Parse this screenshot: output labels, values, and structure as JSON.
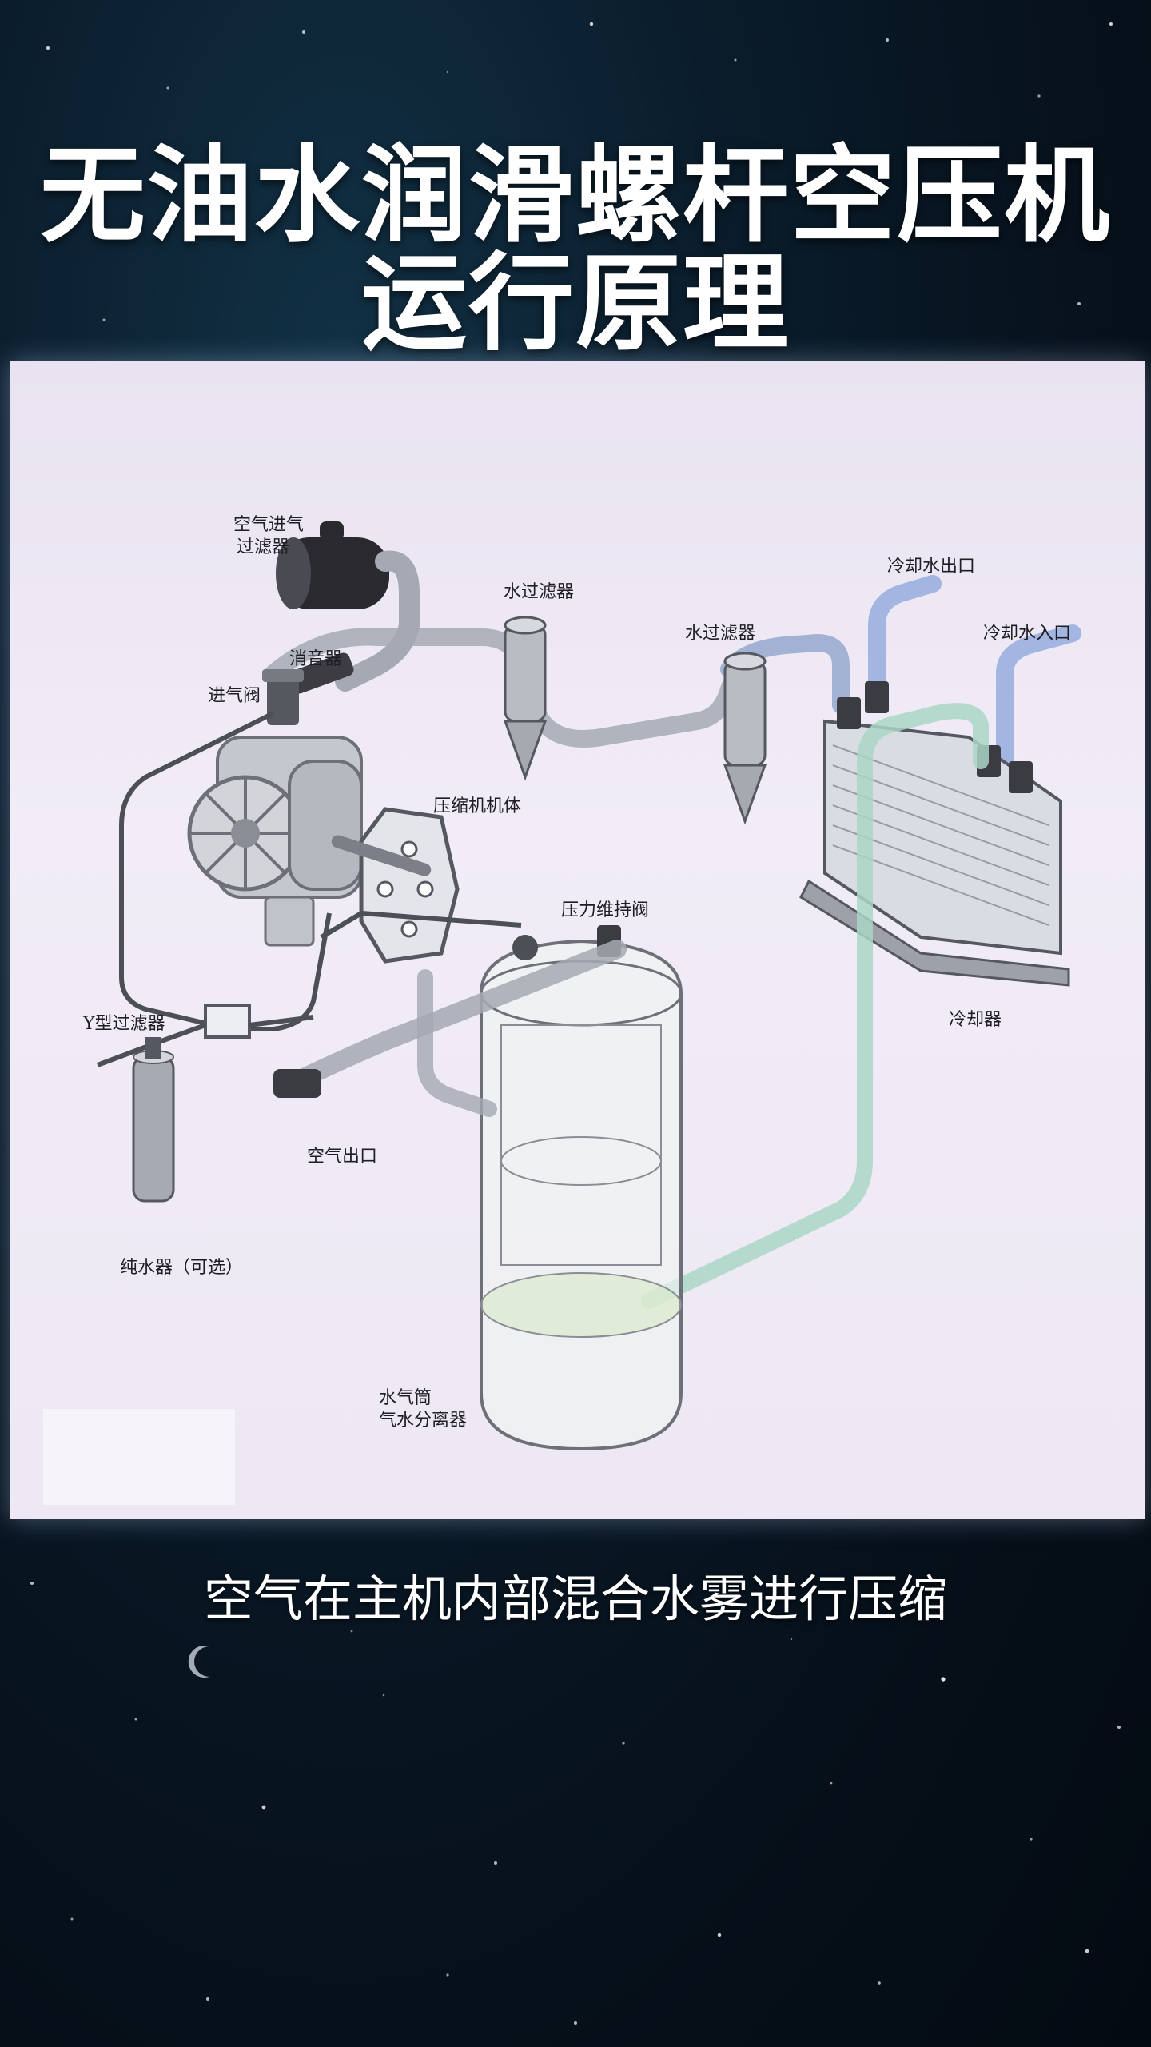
{
  "title": {
    "line1": "无油水润滑螺杆空压机",
    "line2": "运行原理"
  },
  "diagram": {
    "labels": {
      "air_intake_filter_1": "空气进气",
      "air_intake_filter_2": "过滤器",
      "muffler": "消音器",
      "intake_valve": "进气阀",
      "water_filter_1": "水过滤器",
      "water_filter_2": "水过滤器",
      "cooling_water_outlet": "冷却水出口",
      "cooling_water_inlet": "冷却水入口",
      "compressor_body": "压缩机机体",
      "pressure_valve": "压力维持阀",
      "y_filter": "Y型过滤器",
      "cooler": "冷却器",
      "air_outlet": "空气出口",
      "pure_water_unit": "纯水器（可选）",
      "tank_1": "水气筒",
      "tank_2": "气水分离器"
    }
  },
  "caption": "空气在主机内部混合水雾进行压缩"
}
